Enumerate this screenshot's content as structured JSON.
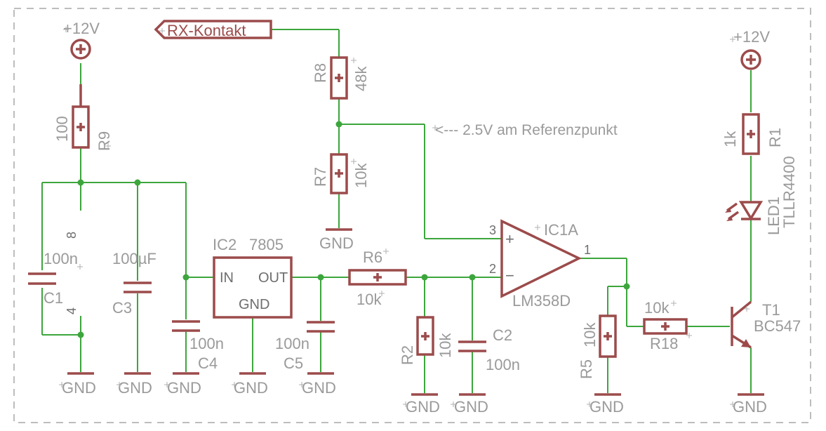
{
  "labels": {
    "rx": "RX-Kontakt",
    "vcc_left": "+12V",
    "vcc_right": "+12V",
    "r9_name": "R9",
    "r9_val": "100",
    "r8_name": "R8",
    "r8_val": "48k",
    "r7_name": "R7",
    "r7_val": "10k",
    "r6_name": "R6",
    "r6_val": "10k",
    "r2_name": "R2",
    "r2_val": "10k",
    "r5_name": "R5",
    "r5_val": "10k",
    "r18_name": "R18",
    "r18_val": "10k",
    "r1_name": "R1",
    "r1_val": "1k",
    "c1_name": "C1",
    "c1_val": "100n",
    "c3_name": "C3",
    "c3_val": "100µF",
    "c4_name": "C4",
    "c4_val": "100n",
    "c5_name": "C5",
    "c5_val": "100n",
    "c2_name": "C2",
    "c2_val": "100n",
    "ic2_name": "IC2",
    "ic2_val": "7805",
    "ic2_in": "IN",
    "ic2_out": "OUT",
    "ic2_gnd": "GND",
    "ic1_name": "IC1A",
    "ic1_val": "LM358D",
    "ic1_pin3": "3",
    "ic1_pin2": "2",
    "ic1_pin1": "1",
    "ic1_plus": "+",
    "ic1_minus": "−",
    "pin8": "8",
    "pin4": "4",
    "led_name": "LED1",
    "led_val": "TLLR4400",
    "t1_name": "T1",
    "t1_val": "BC547",
    "ref_note": "<--- 2.5V am Referenzpunkt",
    "gnd": "GND"
  },
  "colors": {
    "wire": "#3ca63c",
    "component": "#9c4b4b",
    "label": "#9a9a9a",
    "frame": "#bdbdbd"
  }
}
